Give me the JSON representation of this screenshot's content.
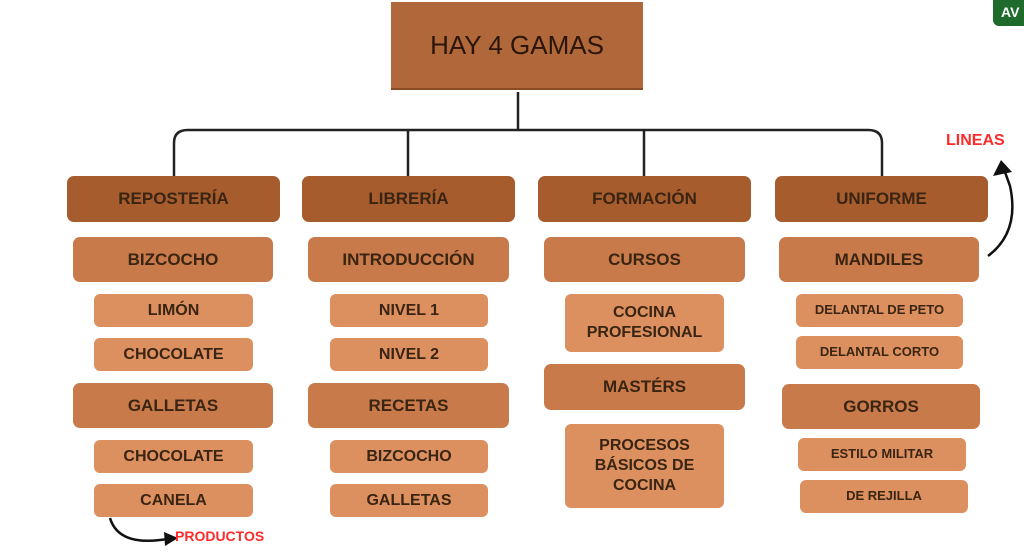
{
  "root": {
    "title": "HAY 4 GAMAS"
  },
  "corner_badge": "AV",
  "annotations": {
    "lineas": "LINEAS",
    "productos": "PRODUCTOS"
  },
  "gamas": [
    {
      "label": "REPOSTERÍA",
      "lineas": [
        {
          "label": "BIZCOCHO",
          "productos": [
            "LIMÓN",
            "CHOCOLATE"
          ]
        },
        {
          "label": "GALLETAS",
          "productos": [
            "CHOCOLATE",
            "CANELA"
          ]
        }
      ]
    },
    {
      "label": "LIBRERÍA",
      "lineas": [
        {
          "label": "INTRODUCCIÓN",
          "productos": [
            "NIVEL 1",
            "NIVEL 2"
          ]
        },
        {
          "label": "RECETAS",
          "productos": [
            "BIZCOCHO",
            "GALLETAS"
          ]
        }
      ]
    },
    {
      "label": "FORMACIÓN",
      "lineas": [
        {
          "label": "CURSOS",
          "productos": [
            "COCINA PROFESIONAL"
          ]
        },
        {
          "label": "MASTÉRS",
          "productos": [
            "PROCESOS BÁSICOS DE COCINA"
          ]
        }
      ]
    },
    {
      "label": "UNIFORME",
      "lineas": [
        {
          "label": "MANDILES",
          "productos": [
            "DELANTAL DE PETO",
            "DELANTAL CORTO"
          ]
        },
        {
          "label": "GORROS",
          "productos": [
            "ESTILO MILITAR",
            "DE REJILLA"
          ]
        }
      ]
    }
  ]
}
